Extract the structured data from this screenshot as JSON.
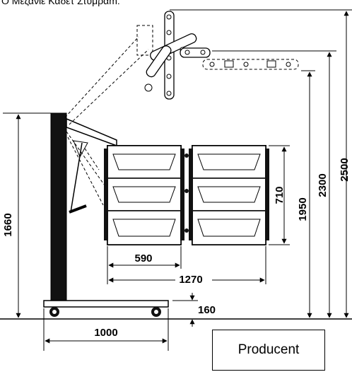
{
  "title": "Ο Μεζανίε Καδετ Στυμραm:",
  "dimensions": {
    "height_frame": "1660",
    "panel_height": "710",
    "height_1950": "1950",
    "height_2300": "2300",
    "height_2500": "2500",
    "panel_width": "590",
    "total_width": "1270",
    "base_width": "1000",
    "base_height": "160"
  },
  "producer_label": "Producent"
}
